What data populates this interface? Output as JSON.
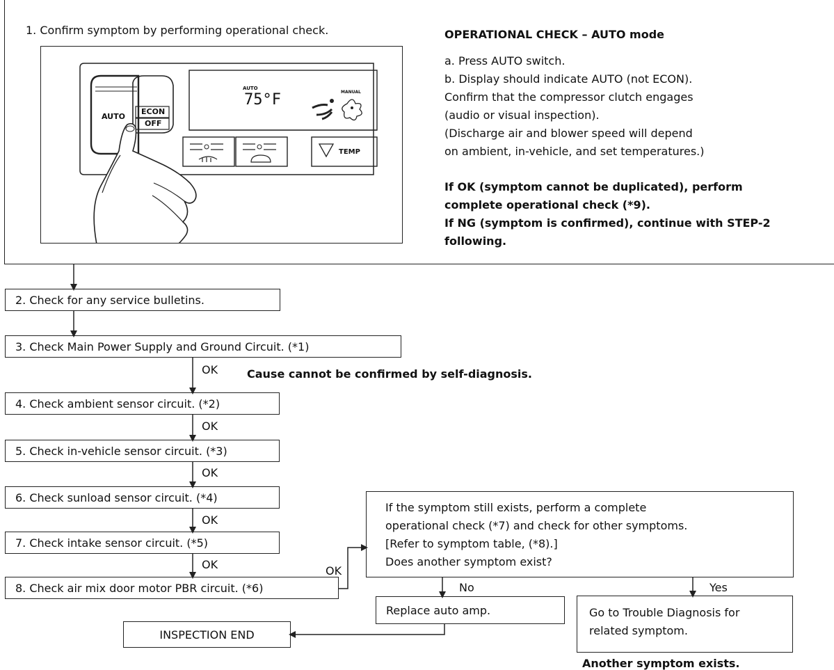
{
  "step1": {
    "text": "1. Confirm symptom by performing operational check.",
    "panel": {
      "auto_button": "AUTO",
      "econ_label": "ECON",
      "off_label": "OFF",
      "display_auto": "AUTO",
      "display_temp": "75°F",
      "display_manual": "MANUAL",
      "temp_label": "TEMP"
    },
    "check_title": "OPERATIONAL CHECK – AUTO mode",
    "check_lines": [
      "a. Press AUTO switch.",
      "b. Display should indicate AUTO (not ECON).",
      "Confirm that the compressor clutch engages",
      "(audio or visual inspection).",
      "(Discharge air and blower speed will depend",
      "on ambient, in-vehicle, and set temperatures.)"
    ],
    "result_lines": [
      "If OK (symptom cannot be duplicated), perform",
      "complete operational check (*9).",
      "If NG (symptom is confirmed), continue with STEP-2",
      "following."
    ]
  },
  "steps": {
    "s2": "2. Check for any service bulletins.",
    "s3": "3. Check Main Power Supply and Ground Circuit. (*1)",
    "s4": "4. Check ambient sensor circuit. (*2)",
    "s5": "5. Check in-vehicle sensor circuit. (*3)",
    "s6": "6. Check sunload sensor circuit. (*4)",
    "s7": "7. Check intake sensor circuit. (*5)",
    "s8": "8. Check air mix door motor PBR circuit. (*6)"
  },
  "labels": {
    "ok": "OK",
    "no": "No",
    "yes": "Yes",
    "cause_note": "Cause cannot be confirmed by self-diagnosis.",
    "another_note": "Another symptom exists."
  },
  "decision": {
    "lines": [
      "If the symptom still exists, perform a complete",
      "operational check (*7) and check for other symptoms.",
      "[Refer to symptom table, (*8).]",
      "Does another symptom exist?"
    ]
  },
  "replace": "Replace auto amp.",
  "inspection_end": "INSPECTION END",
  "trouble": {
    "lines": [
      "Go to Trouble Diagnosis for",
      "related symptom."
    ]
  }
}
